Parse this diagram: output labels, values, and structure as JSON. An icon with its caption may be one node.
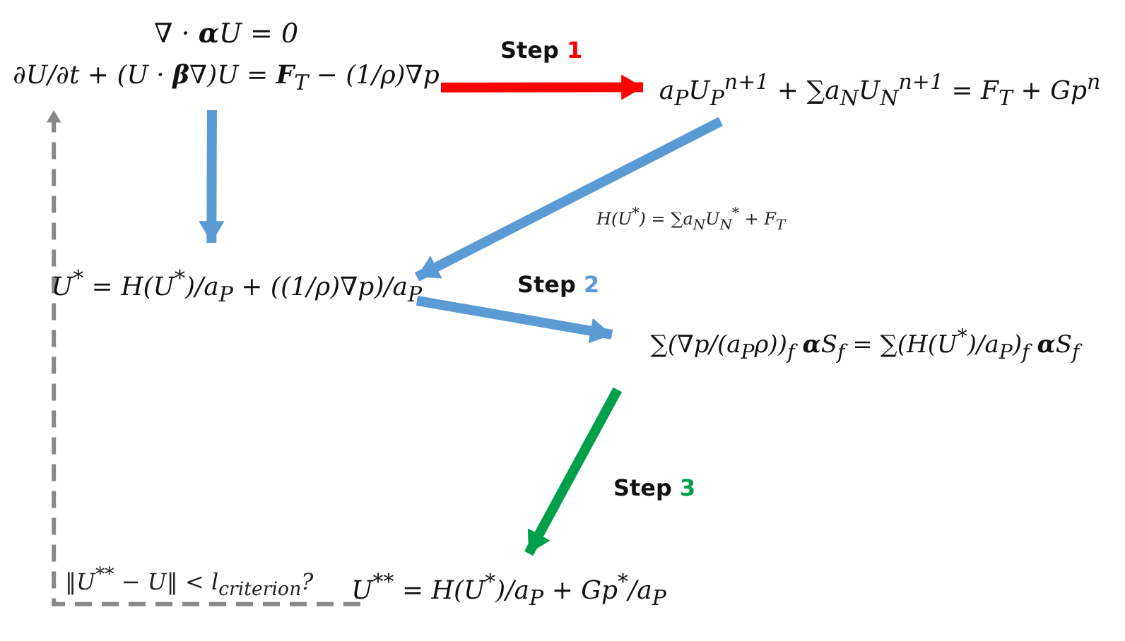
{
  "diagram": {
    "nodes": [
      {
        "text": [
          "∇ · **α**U = 0",
          "∂U/∂t + (U · **β**∇)U = **F**$_{T}$ − (1/ρ)∇p"
        ]
      },
      {
        "text": [
          "a$_{P}$U$_{P}$$^{n+1}$ + ∑a$_{N}$U$_{N}$$^{n+1}$ = F$_{T}$ + Gp$^{n}$"
        ]
      },
      {
        "text": [
          "U$^{*}$ = H(U$^{*}$)/a$_{P}$ + ((1/ρ)∇p)/a$_{P}$"
        ]
      },
      {
        "text": [
          "∑(∇p/(a$_{P}$ρ))$_{f}$ **α**S$_{f}$ = ∑(H(U$^{*}$)/a$_{P}$)$_{f}$ **α**S$_{f}$"
        ]
      },
      {
        "text": [
          "U$^{**}$ = H(U$^{*}$)/a$_{P}$ + Gp$^{*}$/a$_{P}$"
        ]
      }
    ],
    "edges": [
      {
        "from": 0,
        "to": 1,
        "arrow": "to",
        "label": "Step 1",
        "color": "#ff0000"
      },
      {
        "from": 0,
        "to": 2,
        "arrow": "to",
        "color": "#5b9bd5"
      },
      {
        "from": 1,
        "to": 2,
        "arrow": "to",
        "label": "H(U$^{*}$) = ∑a$_{N}$U$_{N}$$^{*}$ + F$_{T}$",
        "color": "#5b9bd5"
      },
      {
        "from": 2,
        "to": 3,
        "arrow": "to",
        "label": "Step 2",
        "color": "#5b9bd5"
      },
      {
        "from": 3,
        "to": 4,
        "arrow": "to",
        "label": "Step 3",
        "color": "#00a04a"
      },
      {
        "from": 4,
        "to": 0,
        "arrow": "to",
        "label": "‖U$^{**}$ − U‖ < l$_{criterion}$?",
        "style": "dashed",
        "color": "#888888"
      }
    ]
  }
}
